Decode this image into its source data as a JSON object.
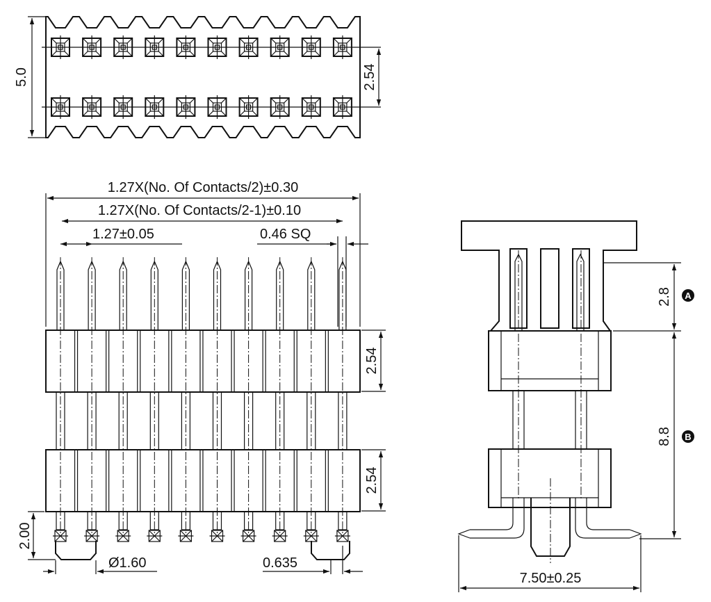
{
  "top_view": {
    "pad_rows": 2,
    "pads_per_row": 10,
    "dim_height": "5.0",
    "dim_row_pitch": "2.54"
  },
  "front_view": {
    "pin_count": 10,
    "dim_total_length": "1.27X(No. Of Contacts/2)±0.30",
    "dim_end_pitch": "1.27X(No. Of Contacts/2-1)±0.10",
    "dim_pitch": "1.27±0.05",
    "dim_pin_square": "0.46 SQ",
    "dim_upper_housing": "2.54",
    "dim_lower_housing": "2.54",
    "dim_tail_length": "2.00",
    "dim_peg_diameter": "Ø1.60",
    "dim_peg_offset": "0.635"
  },
  "side_view": {
    "dim_a_value": "2.8",
    "dim_a_label": "A",
    "dim_b_value": "8.8",
    "dim_b_label": "B",
    "dim_width": "7.50±0.25"
  }
}
